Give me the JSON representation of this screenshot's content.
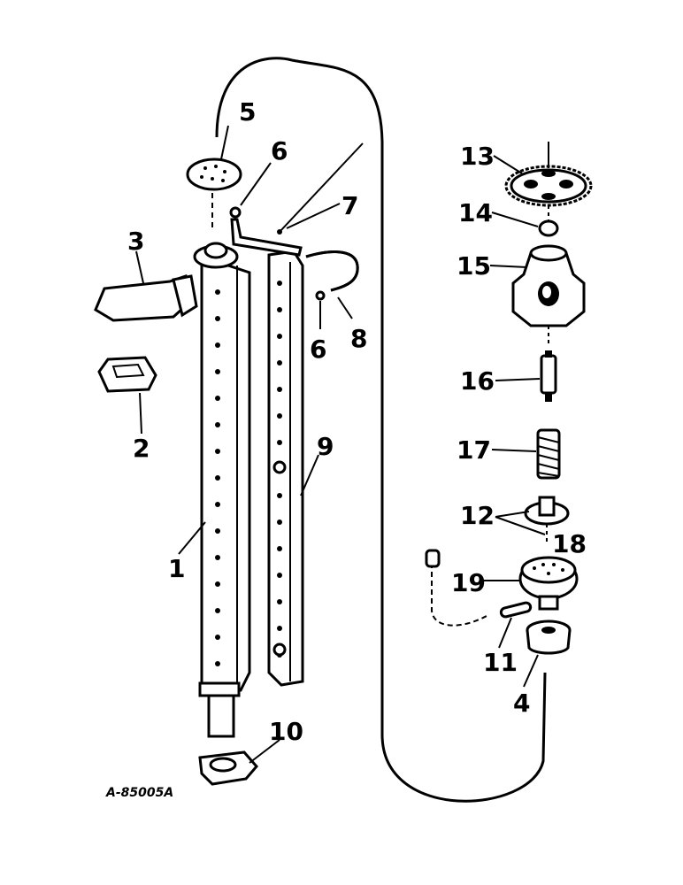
{
  "diagram": {
    "reference_code": "A-85005A",
    "callouts": {
      "c1": "1",
      "c2": "2",
      "c3": "3",
      "c4": "4",
      "c5": "5",
      "c6a": "6",
      "c6b": "6",
      "c7": "7",
      "c8": "8",
      "c9": "9",
      "c10": "10",
      "c11": "11",
      "c12": "12",
      "c13": "13",
      "c14": "14",
      "c15": "15",
      "c16": "16",
      "c17": "17",
      "c18": "18",
      "c19": "19"
    }
  }
}
